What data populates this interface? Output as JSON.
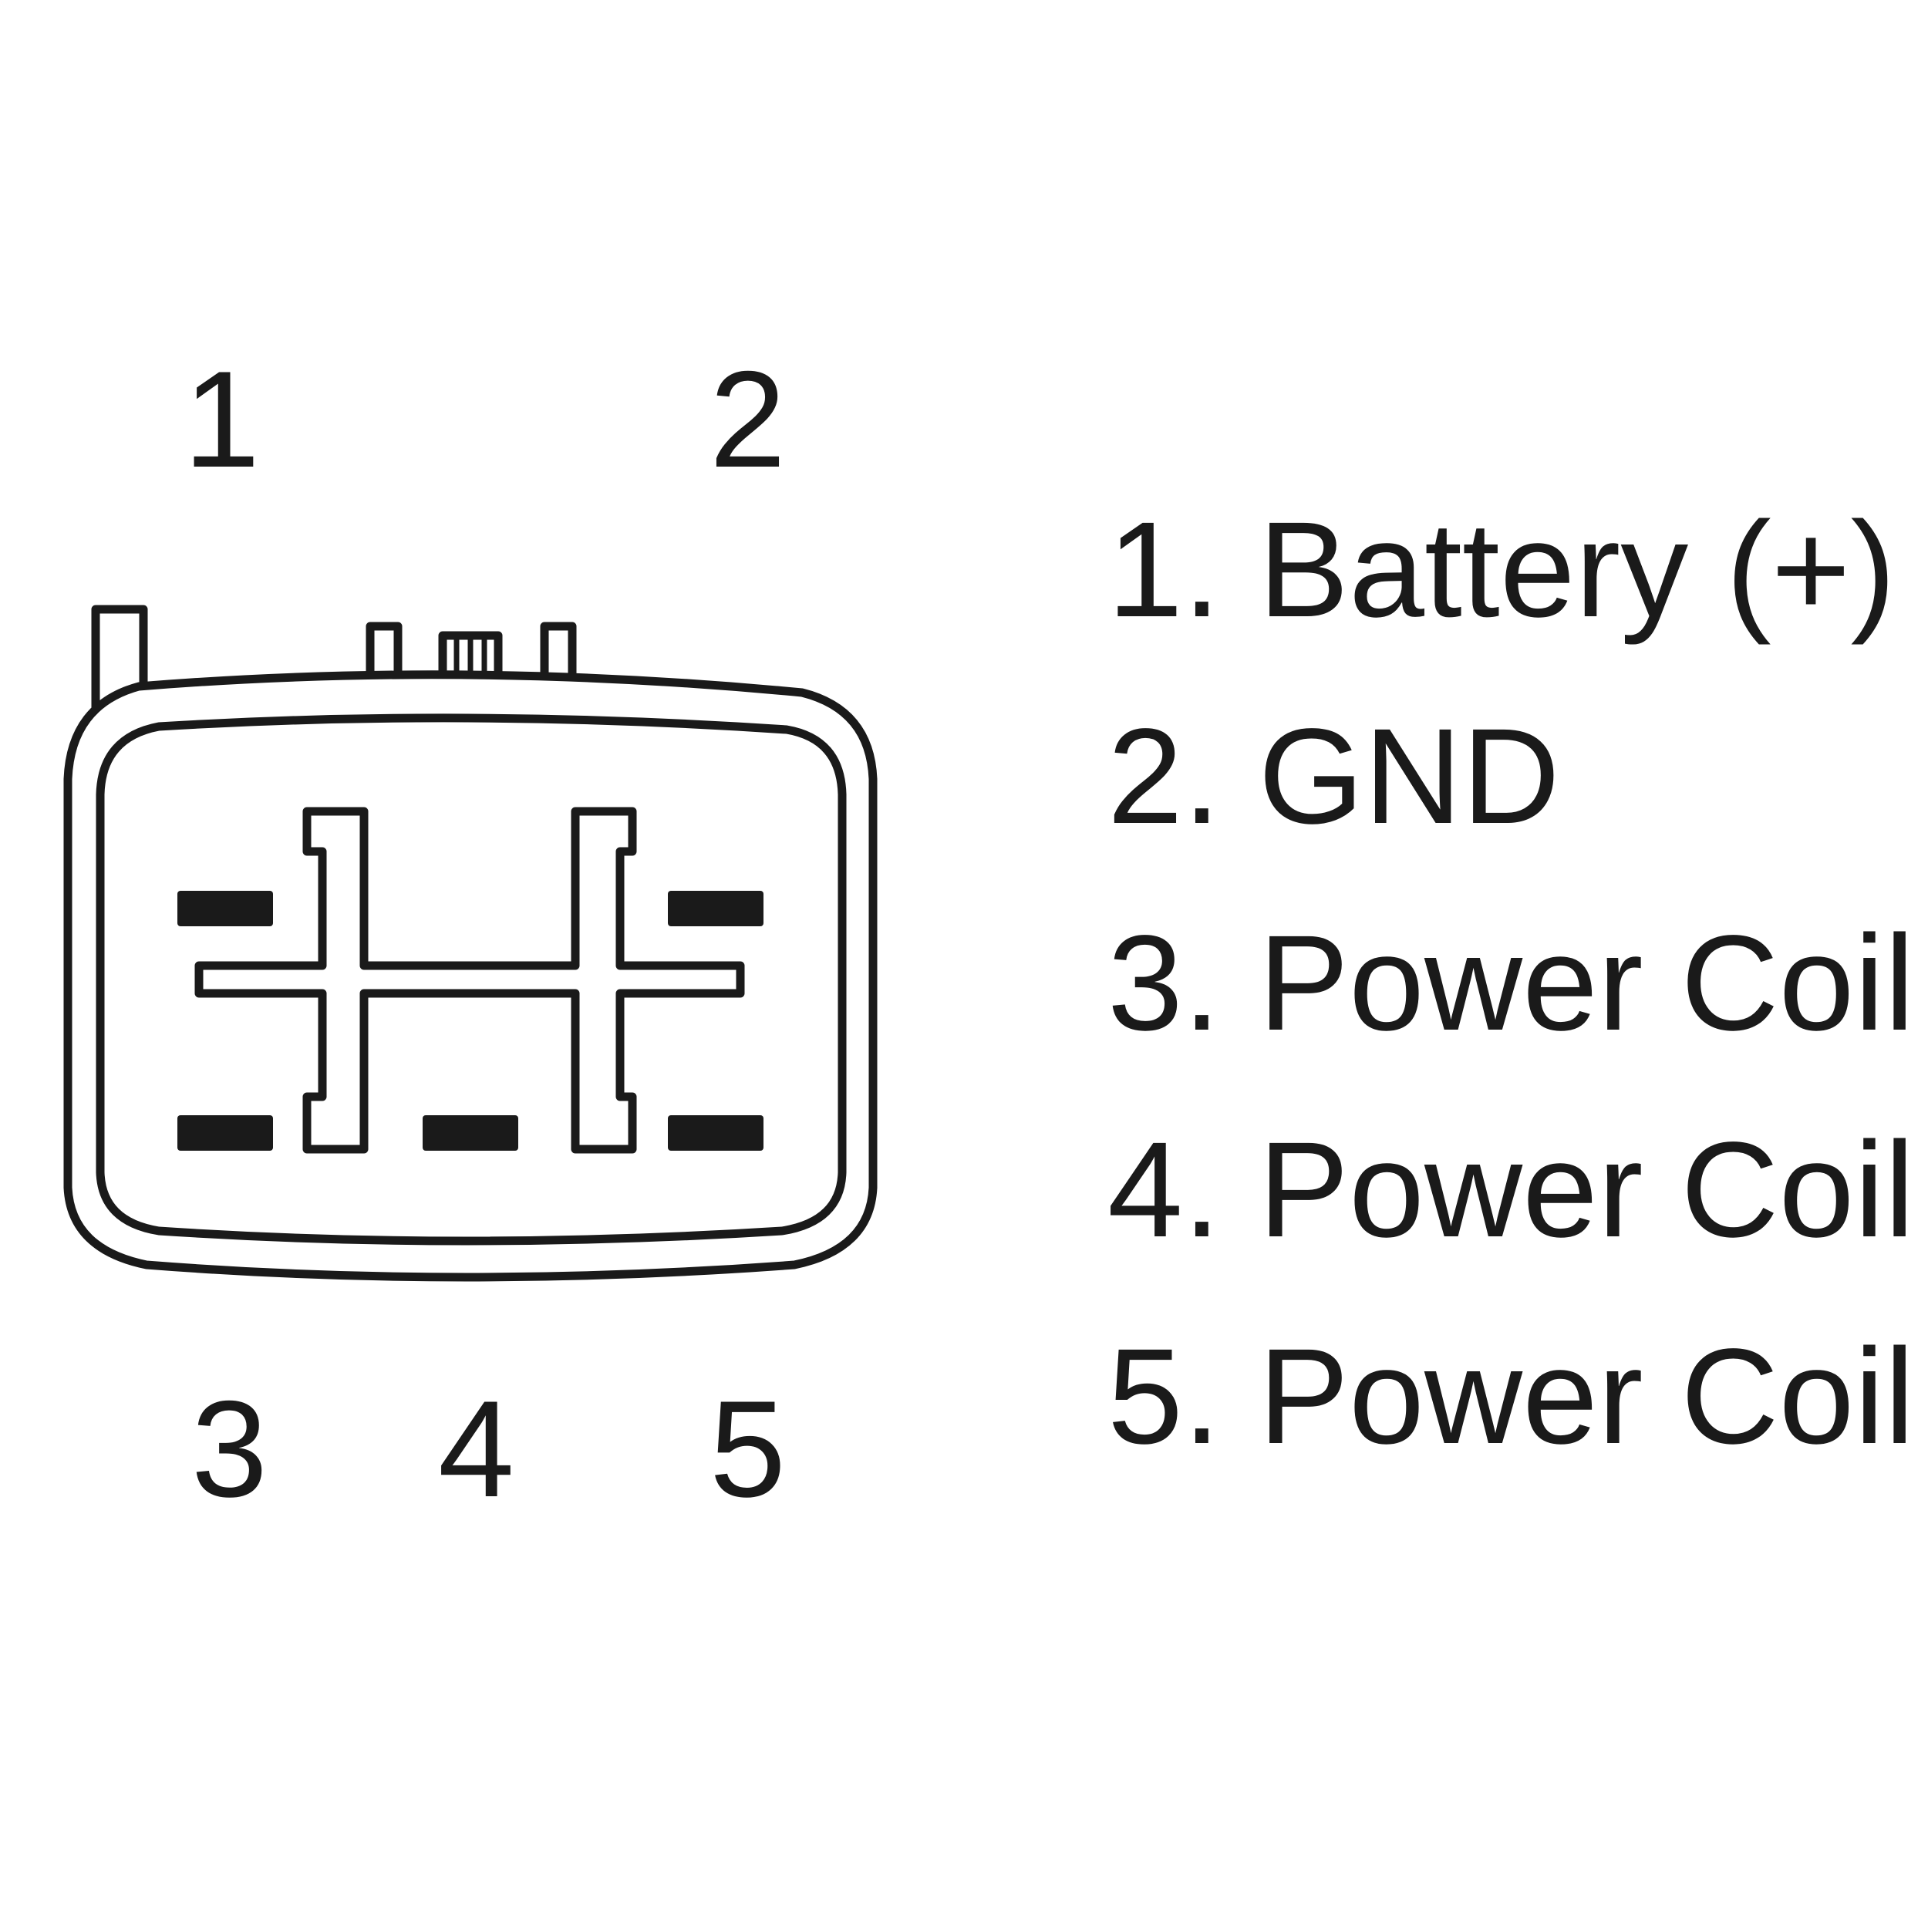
{
  "pin_numbers": {
    "pin1": "1",
    "pin2": "2",
    "pin3": "3",
    "pin4": "4",
    "pin5": "5"
  },
  "legend": [
    "1. Battery (+)",
    "2. GND",
    "3. Power Coil",
    "4. Power Coil",
    "5. Power Coil"
  ],
  "colors": {
    "line": "#1a1a1a",
    "background": "#ffffff"
  }
}
